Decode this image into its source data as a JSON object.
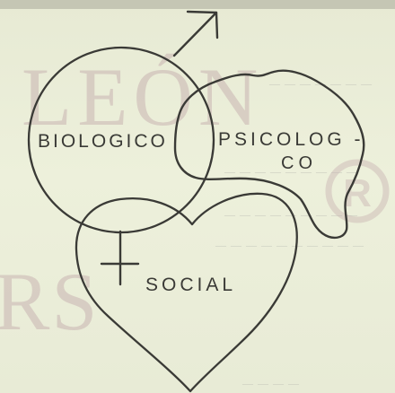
{
  "diagram": {
    "labels": {
      "biologico": "BIOLOGICO",
      "psicologico_line1": "PSICOLOG -",
      "psicologico_line2": "CO",
      "social": "SOCIAL"
    },
    "watermark": {
      "text_main": "LEÓN",
      "text_side": "RS",
      "registered": "R"
    },
    "colors": {
      "ink": "#3a3a36",
      "paper": "#e9ecd7",
      "watermark": "#c9b4b2"
    },
    "icons": [
      "male-symbol-icon",
      "female-symbol-icon",
      "registered-mark-icon"
    ]
  }
}
